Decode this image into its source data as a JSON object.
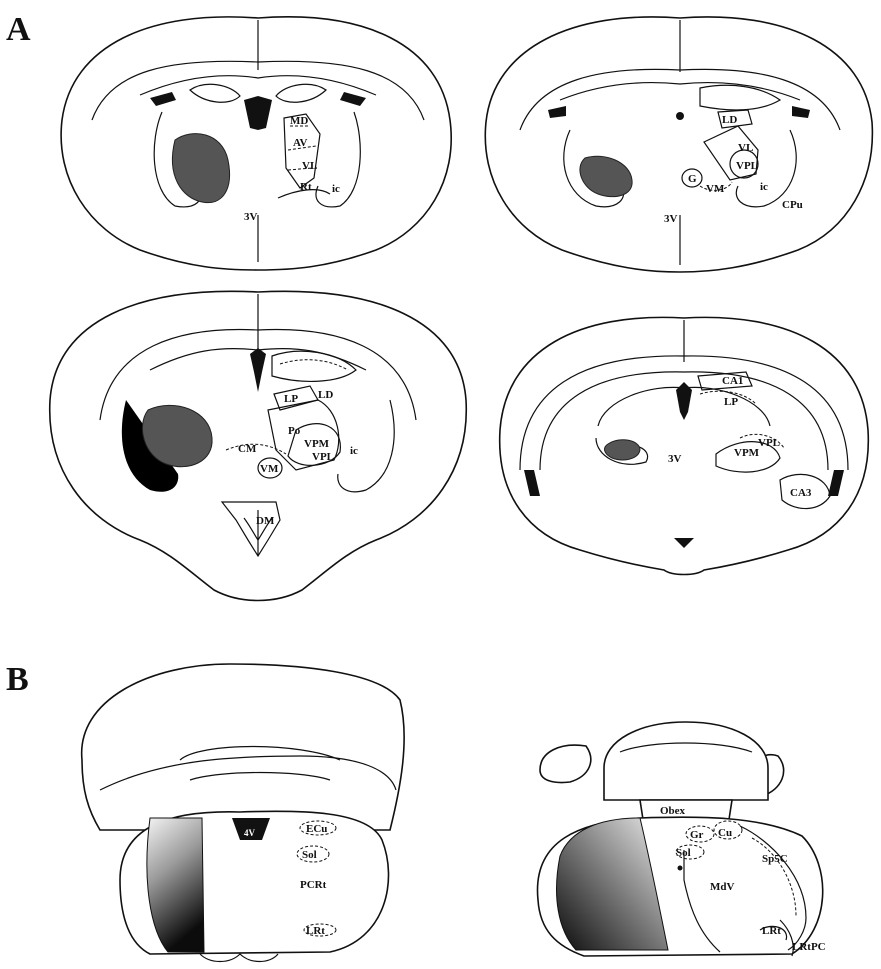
{
  "panels": {
    "a": "A",
    "b": "B"
  },
  "section_a1": {
    "md": "MD",
    "av": "AV",
    "vl": "VL",
    "rt": "Rt",
    "ic": "ic",
    "v3": "3V"
  },
  "section_a2": {
    "ld": "LD",
    "vl": "VL",
    "vpl": "VPL",
    "g": "G",
    "vm": "VM",
    "ic": "ic",
    "cpu": "CPu",
    "v3": "3V"
  },
  "section_a3": {
    "lp": "LP",
    "ld": "LD",
    "po": "Po",
    "cm": "CM",
    "vpm": "VPM",
    "vpl": "VPL",
    "vm": "VM",
    "ic": "ic",
    "dm": "DM"
  },
  "section_a4": {
    "ca1": "CA1",
    "lp": "LP",
    "v3": "3V",
    "vpl": "VPL",
    "vpm": "VPM",
    "ca3": "CA3"
  },
  "section_b1": {
    "ecu": "ECu",
    "v4": "4V",
    "sol": "Sol",
    "pcrt": "PCRt",
    "lrt": "LRt"
  },
  "section_b2": {
    "obex": "Obex",
    "gr": "Gr",
    "cu": "Cu",
    "sol": "Sol",
    "sp5c": "Sp5C",
    "mdv": "MdV",
    "lrt": "LRt",
    "lrtpc": "LRtPC"
  },
  "colors": {
    "line": "#111111",
    "lesion": "#555555",
    "background": "#ffffff"
  }
}
